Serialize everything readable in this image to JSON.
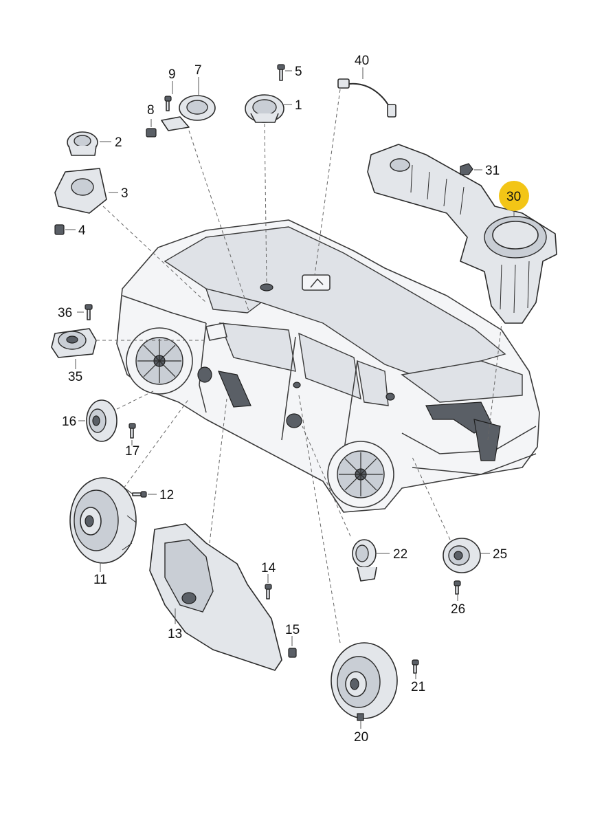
{
  "diagram": {
    "highlight_color": "#f3c516",
    "highlighted_callout": "30",
    "callouts": [
      "1",
      "2",
      "3",
      "4",
      "5",
      "7",
      "8",
      "9",
      "11",
      "12",
      "13",
      "14",
      "15",
      "16",
      "17",
      "20",
      "21",
      "22",
      "25",
      "26",
      "30",
      "31",
      "35",
      "36",
      "40"
    ]
  }
}
